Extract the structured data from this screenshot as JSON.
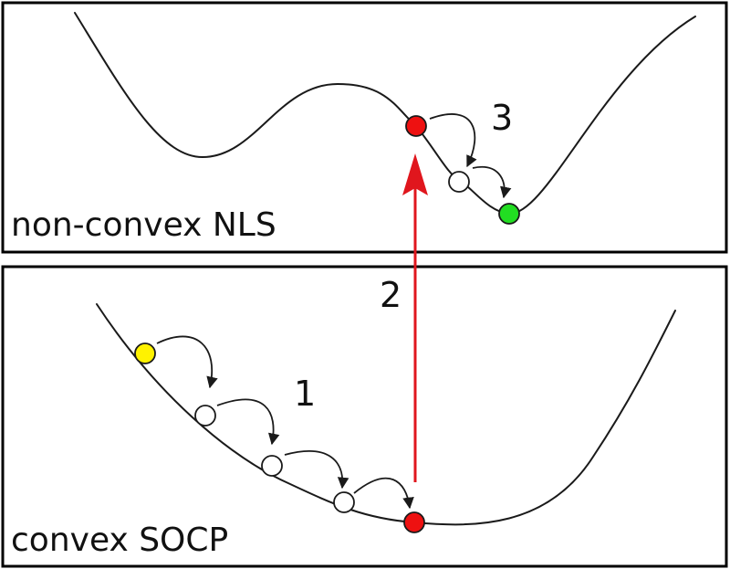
{
  "panels": {
    "top_label": "non-convex NLS",
    "bottom_label": "convex SOCP"
  },
  "steps": {
    "one": "1",
    "two": "2",
    "three": "3"
  },
  "colors": {
    "start_node": "#fff200",
    "projected_node": "#ee1111",
    "final_node": "#22dd22",
    "intermediate_node": "#ffffff",
    "lift_arrow": "#e0161d"
  }
}
